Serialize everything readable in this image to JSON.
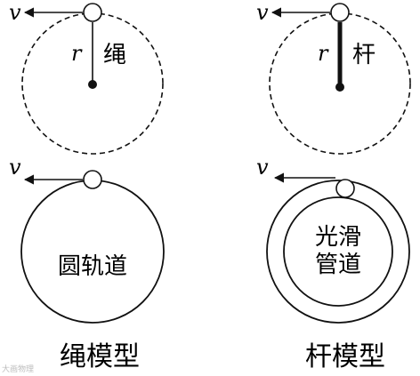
{
  "left_panel": {
    "top_diagram": {
      "velocity_label": "v",
      "radius_label": "r",
      "link_label": "绳"
    },
    "bottom_diagram": {
      "velocity_label": "v",
      "track_label": "圆轨道"
    },
    "caption": "绳模型"
  },
  "right_panel": {
    "top_diagram": {
      "velocity_label": "v",
      "radius_label": "r",
      "link_label": "杆"
    },
    "bottom_diagram": {
      "velocity_label": "v",
      "tube_label_line1": "光滑",
      "tube_label_line2": "管道"
    },
    "caption": "杆模型"
  },
  "watermark": "大画物理"
}
